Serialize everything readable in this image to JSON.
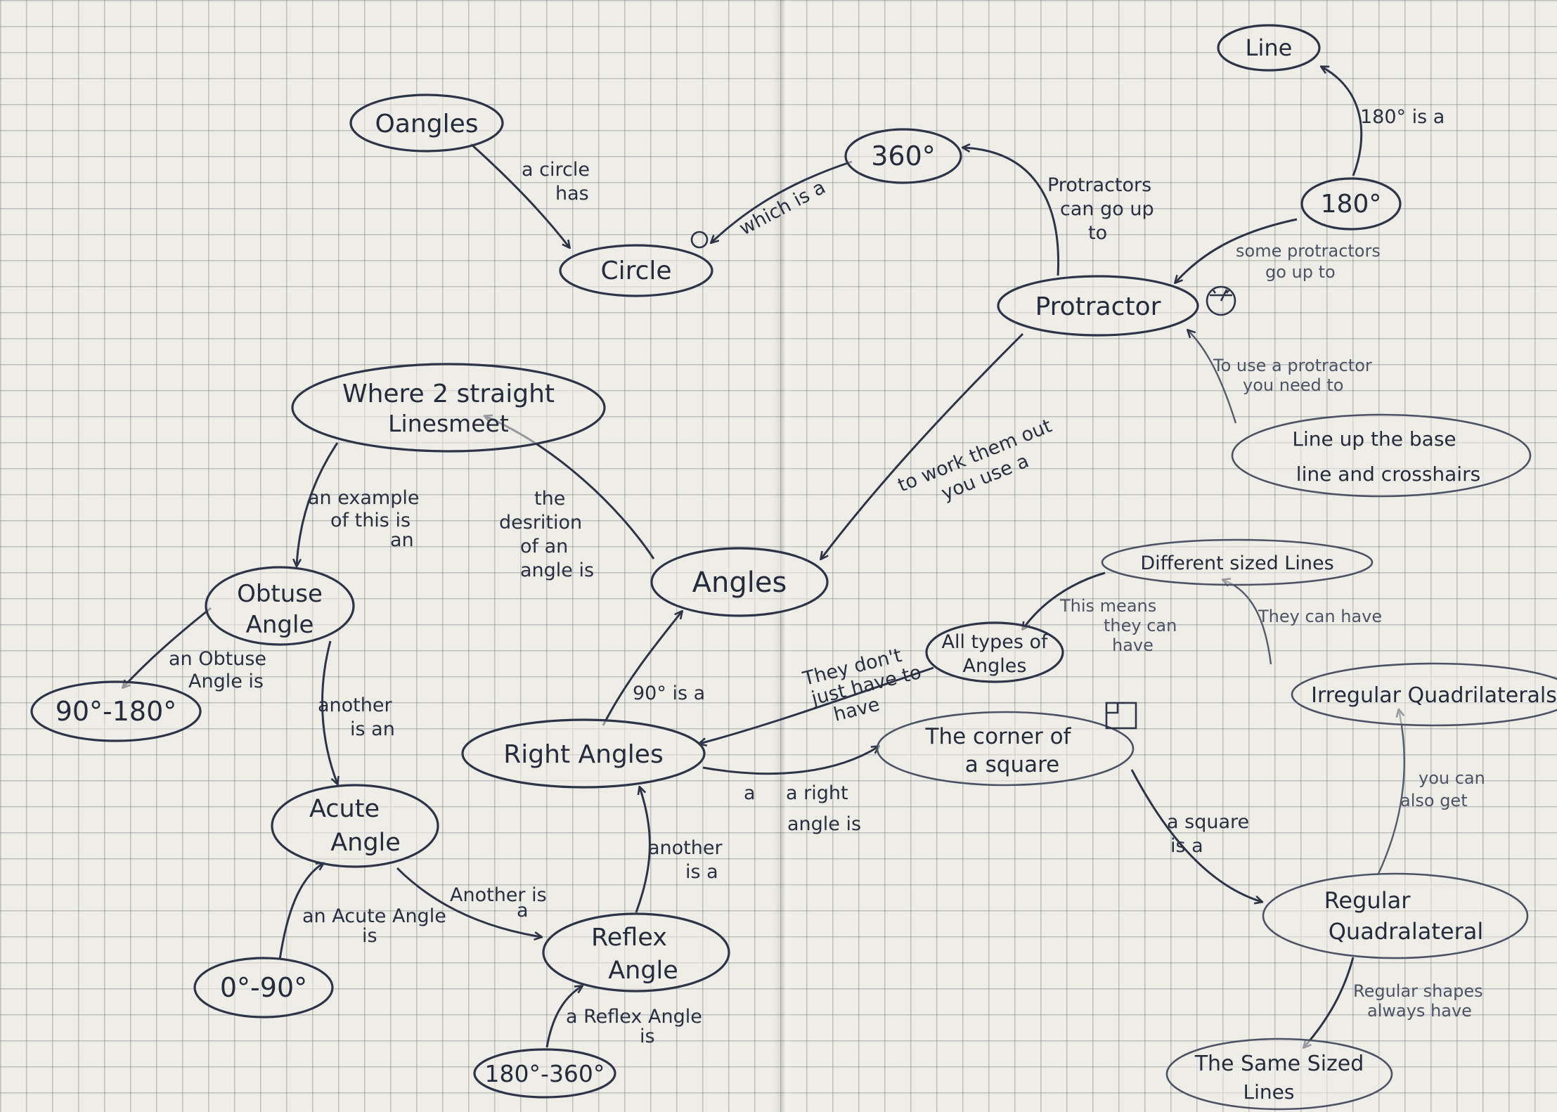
{
  "nodes": {
    "line": "Line",
    "n180": "180°",
    "n360": "360°",
    "oangles": "Oangles",
    "circle": "Circle",
    "protractor": "Protractor",
    "where": [
      "Where 2 straight",
      "Linesmeet"
    ],
    "lineup": [
      "Line up the base",
      "line and crosshairs"
    ],
    "angles": "Angles",
    "obtuse": [
      "Obtuse",
      "Angle"
    ],
    "range_90_180": "90°-180°",
    "different_lines": "Different sized Lines",
    "all_types": [
      "All types of",
      "Angles"
    ],
    "irregular": "Irregular Quadrilaterals",
    "right_angles": "Right Angles",
    "corner": [
      "The corner of",
      "a square"
    ],
    "acute": [
      "Acute",
      "Angle"
    ],
    "reflex": [
      "Reflex",
      "Angle"
    ],
    "regular": [
      "Regular",
      "Quadralateral"
    ],
    "range_0_90": "0°-90°",
    "range_180_360": "180°-360°",
    "same_lines": [
      "The Same Sized",
      "Lines"
    ]
  },
  "edges": {
    "e180_line": [
      "180° is a"
    ],
    "eprot_360": [
      "Protractors",
      "can go up",
      "to"
    ],
    "e180_prot": [
      "some protractors",
      "go up to"
    ],
    "eoang_circle": [
      "a circle",
      "has"
    ],
    "e360_circle": [
      "which is a"
    ],
    "elineup_prot": [
      "To use a protractor",
      "you need to"
    ],
    "eprot_angles": [
      "to work them out",
      "you use a"
    ],
    "ewhere_obtuse": [
      "an example",
      "of this is",
      "an"
    ],
    "eangles_where": [
      "the",
      "desrition",
      "of an",
      "angle is"
    ],
    "eobtuse_range": [
      "an Obtuse",
      "Angle is"
    ],
    "eobtuse_acute": [
      "another",
      "is an"
    ],
    "eright_angles": [
      "90° is a"
    ],
    "ediff_all": [
      "This means",
      "they can",
      "have"
    ],
    "eirr_diff": [
      "They can have"
    ],
    "eall_right": [
      "They don't",
      "just have to",
      "have"
    ],
    "eright_corner": [
      "a right",
      "angle is"
    ],
    "ecorner_regular": [
      "a square",
      "is a"
    ],
    "eregular_irr": [
      "you can",
      "also get"
    ],
    "ereflex_right": [
      "another",
      "is a"
    ],
    "eacute_reflex": [
      "Another is",
      "a"
    ],
    "erange0_acute": [
      "an Acute Angle",
      "is"
    ],
    "erange180_reflex": [
      "a Reflex Angle",
      "is"
    ],
    "eregular_same": [
      "Regular shapes",
      "always have"
    ]
  },
  "icons": [
    "circle-icon",
    "protractor-icon",
    "square-icon"
  ]
}
